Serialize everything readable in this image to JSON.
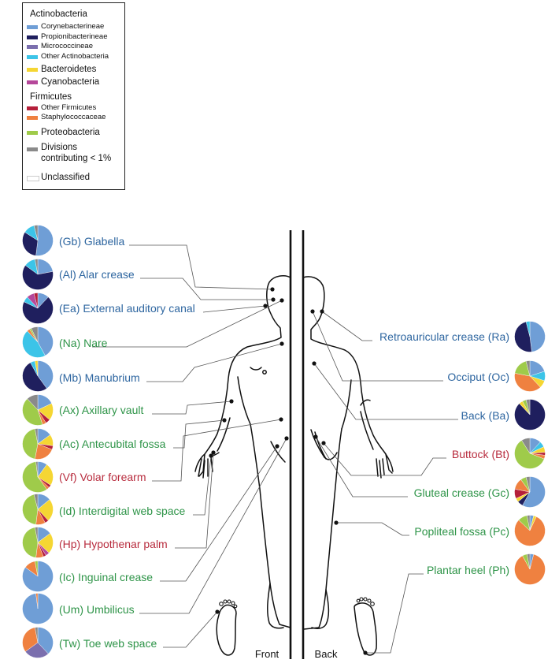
{
  "legend": {
    "entries": [
      {
        "label": "Actinobacteria",
        "kind": "group",
        "color": ""
      },
      {
        "label": "Corynebacterineae",
        "kind": "sub",
        "color": "#6f9ed6"
      },
      {
        "label": "Propionibacterineae",
        "kind": "sub",
        "color": "#1f1f5e"
      },
      {
        "label": "Micrococcineae",
        "kind": "sub",
        "color": "#7b6fae"
      },
      {
        "label": "Other Actinobacteria",
        "kind": "sub",
        "color": "#3cc4e8"
      },
      {
        "label": "Bacteroidetes",
        "kind": "group",
        "color": "#f5d633"
      },
      {
        "label": "Cyanobacteria",
        "kind": "group",
        "color": "#b5479a"
      },
      {
        "label": "Firmicutes",
        "kind": "group",
        "color": ""
      },
      {
        "label": "Other Firmicutes",
        "kind": "sub",
        "color": "#b51f3a"
      },
      {
        "label": "Staphylococcaceae",
        "kind": "sub",
        "color": "#ef8140"
      },
      {
        "label": "Proteobacteria",
        "kind": "group",
        "color": "#9fcb4a"
      },
      {
        "label": "Divisions contributing < 1%",
        "kind": "group",
        "color": "#8a8a8a"
      },
      {
        "label": "Unclassified",
        "kind": "group",
        "color": "#ffffff"
      }
    ]
  },
  "colors": {
    "sebaceous": "#2e66a0",
    "moist": "#2e9448",
    "dry": "#b82c3e",
    "taxa": {
      "cory": "#6f9ed6",
      "prop": "#1f1f5e",
      "micro": "#7b6fae",
      "oact": "#3cc4e8",
      "bact": "#f5d633",
      "cyan": "#b5479a",
      "ofirm": "#b51f3a",
      "staph": "#ef8140",
      "prot": "#9fcb4a",
      "minor": "#8a8a8a",
      "uncl": "#ffffff"
    }
  },
  "body_labels": {
    "front": "Front",
    "back": "Back"
  },
  "sites": [
    {
      "code": "Gb",
      "text": "(Gb) Glabella",
      "side": "left",
      "type": "sebaceous",
      "comp": {
        "cory": 52,
        "prop": 32,
        "oact": 12,
        "minor": 4
      }
    },
    {
      "code": "Al",
      "text": "(Al) Alar crease",
      "side": "left",
      "type": "sebaceous",
      "comp": {
        "cory": 22,
        "prop": 63,
        "oact": 12,
        "minor": 3
      }
    },
    {
      "code": "Ea",
      "text": "(Ea) External auditory canal",
      "side": "left",
      "type": "sebaceous",
      "comp": {
        "cory": 12,
        "prop": 70,
        "cyan": 8,
        "ofirm": 4,
        "oact": 6
      }
    },
    {
      "code": "Na",
      "text": "(Na) Nare",
      "side": "left",
      "type": "moist",
      "comp": {
        "cory": 42,
        "oact": 46,
        "prot": 2,
        "staph": 3,
        "minor": 7
      }
    },
    {
      "code": "Mb",
      "text": "(Mb) Manubrium",
      "side": "left",
      "type": "sebaceous",
      "comp": {
        "cory": 40,
        "prop": 52,
        "bact": 3,
        "oact": 5
      }
    },
    {
      "code": "Ax",
      "text": "(Ax) Axillary vault",
      "side": "left",
      "type": "moist",
      "comp": {
        "cory": 18,
        "bact": 18,
        "ofirm": 5,
        "staph": 4,
        "prot": 43,
        "minor": 12
      }
    },
    {
      "code": "Ac",
      "text": "(Ac) Antecubital fossa",
      "side": "left",
      "type": "moist",
      "comp": {
        "cory": 15,
        "bact": 12,
        "ofirm": 4,
        "staph": 22,
        "prot": 44,
        "minor": 3
      }
    },
    {
      "code": "Vf",
      "text": "(Vf) Volar forearm",
      "side": "left",
      "type": "dry",
      "comp": {
        "cory": 10,
        "bact": 24,
        "ofirm": 3,
        "staph": 3,
        "prot": 58,
        "minor": 2
      }
    },
    {
      "code": "Id",
      "text": "(Id) Interdigital web space",
      "side": "left",
      "type": "moist",
      "comp": {
        "cory": 14,
        "bact": 24,
        "ofirm": 4,
        "staph": 10,
        "prot": 44,
        "minor": 4
      }
    },
    {
      "code": "Hp",
      "text": "(Hp) Hypothenar palm",
      "side": "left",
      "type": "dry",
      "comp": {
        "cory": 15,
        "bact": 22,
        "cyan": 4,
        "ofirm": 3,
        "staph": 8,
        "prot": 45,
        "minor": 3
      }
    },
    {
      "code": "Ic",
      "text": "(Ic) Inguinal crease",
      "side": "left",
      "type": "moist",
      "comp": {
        "cory": 85,
        "staph": 12,
        "prot": 3
      }
    },
    {
      "code": "Um",
      "text": "(Um) Umbilicus",
      "side": "left",
      "type": "moist",
      "comp": {
        "cory": 98,
        "staph": 2
      }
    },
    {
      "code": "Tw",
      "text": "(Tw) Toe web space",
      "side": "left",
      "type": "moist",
      "comp": {
        "cory": 38,
        "micro": 27,
        "staph": 32,
        "minor": 3
      }
    },
    {
      "code": "Ra",
      "text": "Retroauricular crease (Ra)",
      "side": "right",
      "type": "sebaceous",
      "comp": {
        "cory": 48,
        "prop": 48,
        "oact": 4
      }
    },
    {
      "code": "Oc",
      "text": "Occiput (Oc)",
      "side": "right",
      "type": "sebaceous",
      "comp": {
        "cory": 20,
        "bact": 8,
        "staph": 40,
        "prot": 18,
        "oact": 10,
        "minor": 4
      }
    },
    {
      "code": "Ba",
      "text": "Back (Ba)",
      "side": "right",
      "type": "sebaceous",
      "comp": {
        "prop": 88,
        "bact": 4,
        "prot": 4,
        "minor": 4
      }
    },
    {
      "code": "Bt",
      "text": "Buttock (Bt)",
      "side": "right",
      "type": "dry",
      "comp": {
        "cory": 12,
        "bact": 6,
        "ofirm": 3,
        "staph": 4,
        "prot": 60,
        "oact": 6,
        "minor": 9
      }
    },
    {
      "code": "Gc",
      "text": "Gluteal crease (Gc)",
      "side": "right",
      "type": "moist",
      "comp": {
        "cory": 58,
        "bact": 4,
        "ofirm": 10,
        "staph": 12,
        "prot": 6,
        "prop": 6,
        "minor": 4
      }
    },
    {
      "code": "Pc",
      "text": "Popliteal fossa (Pc)",
      "side": "right",
      "type": "moist",
      "comp": {
        "staph": 80,
        "prot": 10,
        "cory": 4,
        "bact": 3,
        "minor": 3
      }
    },
    {
      "code": "Ph",
      "text": "Plantar heel (Ph)",
      "side": "right",
      "type": "moist",
      "comp": {
        "staph": 88,
        "prot": 5,
        "cory": 4,
        "minor": 3
      }
    }
  ]
}
